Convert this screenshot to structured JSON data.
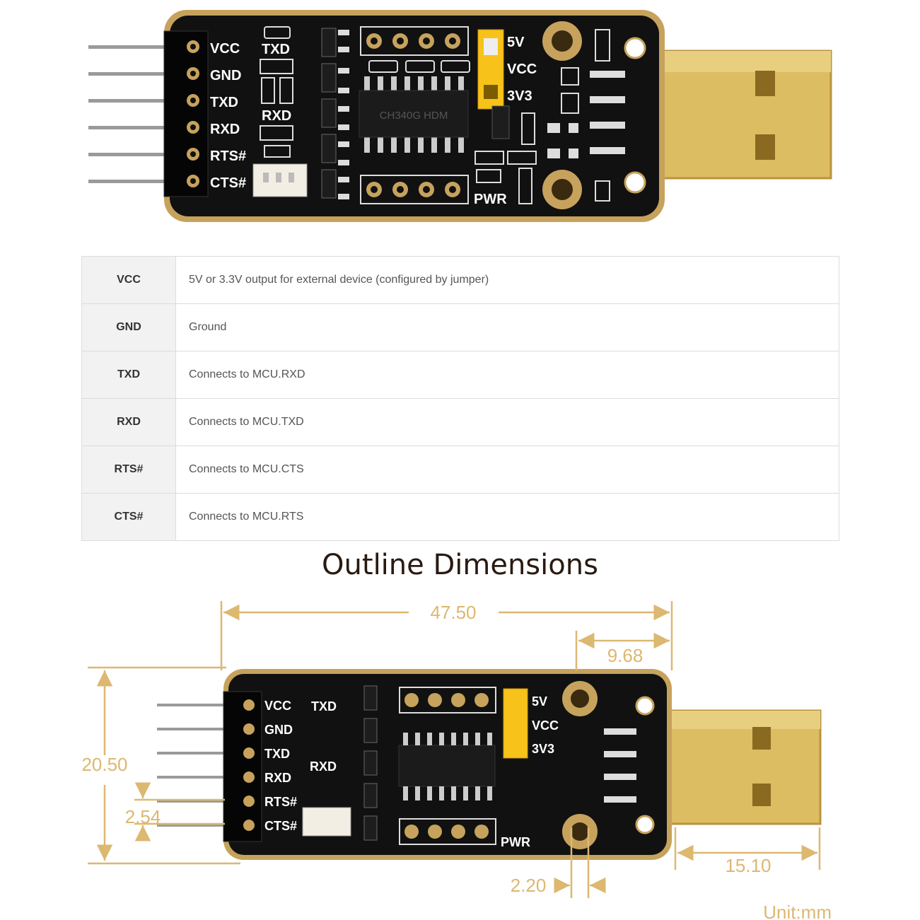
{
  "board_top": {
    "pin_labels": [
      "VCC",
      "GND",
      "TXD",
      "RXD",
      "RTS#",
      "CTS#"
    ],
    "silk": {
      "txd": "TXD",
      "rxd": "RXD",
      "jumper_5v": "5V",
      "jumper_vcc": "VCC",
      "jumper_3v3": "3V3",
      "pwr": "PWR",
      "chip": "CH340G HDM"
    }
  },
  "pin_table": {
    "rows": [
      {
        "pin": "VCC",
        "desc": "5V or 3.3V output for external device (configured by jumper)"
      },
      {
        "pin": "GND",
        "desc": "Ground"
      },
      {
        "pin": "TXD",
        "desc": "Connects to MCU.RXD"
      },
      {
        "pin": "RXD",
        "desc": "Connects to MCU.TXD"
      },
      {
        "pin": "RTS#",
        "desc": "Connects to MCU.CTS"
      },
      {
        "pin": "CTS#",
        "desc": "Connects to MCU.RTS"
      }
    ]
  },
  "section_title": "Outline Dimensions",
  "dimensions": {
    "total_length": "47.50",
    "usb_offset": "9.68",
    "height": "20.50",
    "pin_pitch": "2.54",
    "hole_diameter": "2.20",
    "usb_length": "15.10",
    "unit": "Unit:mm"
  },
  "colors": {
    "pcb": "#111111",
    "gold": "#c9a86a",
    "dim": "#dcb870",
    "usb": "#d8b85e",
    "jumper": "#f7c21a"
  }
}
